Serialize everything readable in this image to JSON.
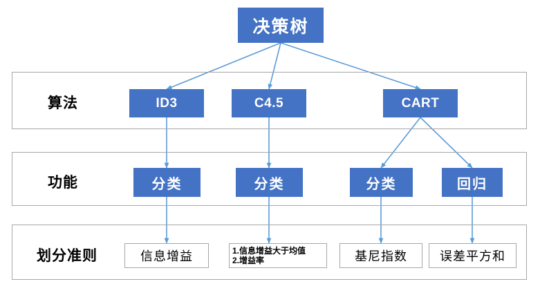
{
  "diagram": {
    "title": "决策树",
    "accent_color": "#4472C4",
    "border_color": "#A6A6A6",
    "text_on_accent": "#FFFFFF",
    "background": "#FFFFFF"
  },
  "root": {
    "label": "决策树"
  },
  "rows": [
    {
      "key": "algorithm",
      "label": "算法",
      "nodes": [
        {
          "id": "id3",
          "label": "ID3"
        },
        {
          "id": "c45",
          "label": "C4.5"
        },
        {
          "id": "cart",
          "label": "CART"
        }
      ]
    },
    {
      "key": "function",
      "label": "功能",
      "nodes": [
        {
          "id": "func-id3",
          "label": "分类"
        },
        {
          "id": "func-c45",
          "label": "分类"
        },
        {
          "id": "func-cart-clf",
          "label": "分类"
        },
        {
          "id": "func-cart-reg",
          "label": "回归"
        }
      ]
    },
    {
      "key": "criterion",
      "label": "划分准则",
      "nodes": [
        {
          "id": "crit-id3",
          "label": "信息增益"
        },
        {
          "id": "crit-c45",
          "lines": [
            "1.信息增益大于均值",
            "2.增益率"
          ]
        },
        {
          "id": "crit-cart-clf",
          "label": "基尼指数"
        },
        {
          "id": "crit-cart-reg",
          "label": "误差平方和"
        }
      ]
    }
  ]
}
